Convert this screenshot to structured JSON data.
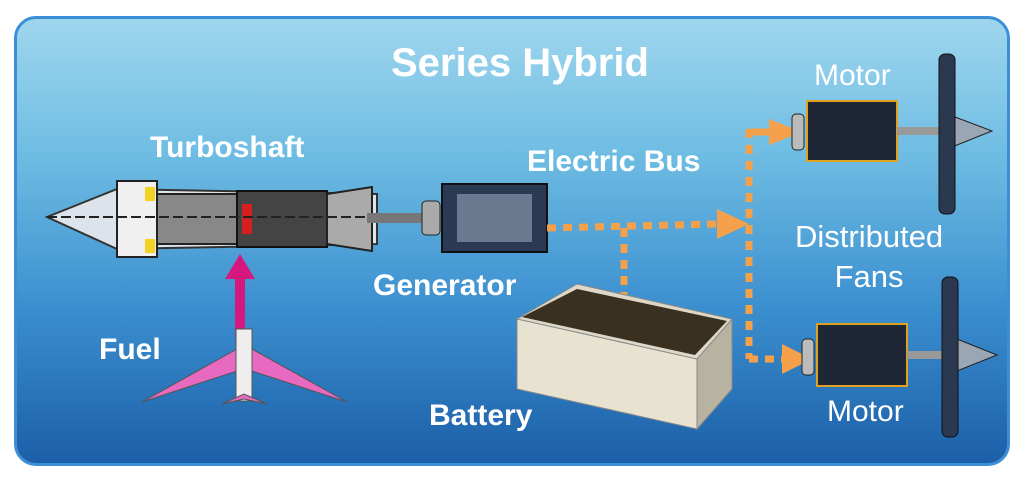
{
  "title": "Series Hybrid",
  "labels": {
    "turboshaft": "Turboshaft",
    "electric_bus": "Electric Bus",
    "generator": "Generator",
    "fuel": "Fuel",
    "battery": "Battery",
    "motor_top": "Motor",
    "motor_bottom": "Motor",
    "distributed_fans": "Distributed\nFans"
  },
  "colors": {
    "bus": "#f5a04a",
    "fuel_arrow": "#d6187e",
    "aircraft": "#e86ac0"
  }
}
